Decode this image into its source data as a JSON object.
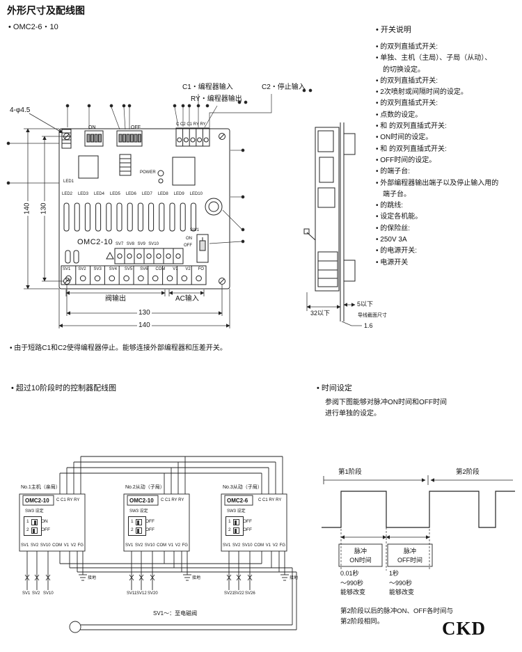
{
  "page": {
    "title": "外形尺寸及配线图",
    "model_line": "• OMC2-6・10",
    "note": "• 由于短路C1和C2使得编程器停止。能够连接外部编程器和压差开关。",
    "logo": "CKD"
  },
  "board": {
    "name": "OMC2-10",
    "ann_c1": "C1・编程器输入",
    "ann_c2": "C2・停止输入",
    "ann_ry": "RY・编程器输出",
    "ann_holes": "4-φ4.5",
    "sw_on": "ON",
    "sw_off": "OFF",
    "terminals_top": "C C2 C1 RY RY",
    "power": "POWER",
    "led1": "LED1",
    "led_row": [
      "LED2",
      "LED3",
      "LED4",
      "LED5",
      "LED6",
      "LED7",
      "LED8",
      "LED9",
      "LED10"
    ],
    "sv_mid": [
      "SV7",
      "SV8",
      "SV9",
      "SV10"
    ],
    "sw1": "SW1",
    "sw1_on": "ON",
    "sw1_off": "OFF",
    "terminals_bottom": [
      "SV1",
      "SV2",
      "SV3",
      "SV4",
      "SV5",
      "SV6",
      "COM",
      "V1",
      "V2",
      "FO"
    ],
    "valve_output": "阀输出",
    "ac_input": "AC输入",
    "dim_h_outer": "140",
    "dim_h_inner": "130",
    "dim_w_inner": "130",
    "dim_w_outer": "140"
  },
  "side_view": {
    "depth": "32以下",
    "gap": "5以下",
    "wire_note": "导线截面尺寸",
    "panel_thickness": "1.6"
  },
  "switch_notes": {
    "title": "• 开关说明",
    "items": [
      "• 的双列直插式开关:",
      "• 单独、主机（主局）、子局（从动）、",
      "　的切换设定。",
      "• 的双列直插式开关:",
      "• 2次喷射或间隔时间的设定。",
      "• 的双列直插式开关:",
      "• 点数的设定。",
      "• 和 的双列直插式开关:",
      "• ON时间的设定。",
      "• 和 的双列直插式开关:",
      "• OFF时间的设定。",
      "• 的端子台:",
      "• 外部编程器输出端子以及停止输入用的",
      "　端子台。",
      "• 的跳线:",
      "• 设定各机能。",
      "• 的保险丝:",
      "• 250V 3A",
      "• 的电源开关:",
      "• 电源开关"
    ]
  },
  "wiring": {
    "title": "• 超过10阶段时的控制器配线图",
    "valve_note": "SV1～：至电磁阀",
    "controllers": [
      {
        "caption": "No.1主机（亲局）",
        "model": "OMC2-10",
        "top_terminals": "C C1 RY RY",
        "sw_label": "SW3 设定",
        "rows": [
          {
            "no": "1",
            "val": "ON"
          },
          {
            "no": "2",
            "val": "OFF"
          }
        ],
        "bottom_terminals": [
          "SV1",
          "SV2",
          "SV10",
          "COM",
          "V1",
          "V2",
          "FG"
        ],
        "sv_labels": [
          "SV1",
          "SV2",
          "SV10"
        ],
        "ground": "接地"
      },
      {
        "caption": "No.2从动（子局）",
        "model": "OMC2-10",
        "top_terminals": "C C1 RY RY",
        "sw_label": "SW3 设定",
        "rows": [
          {
            "no": "1",
            "val": "OFF"
          },
          {
            "no": "2",
            "val": "OFF"
          }
        ],
        "bottom_terminals": [
          "SV1",
          "SV2",
          "SV10",
          "COM",
          "V1",
          "V2",
          "FG"
        ],
        "sv_labels": [
          "SV11",
          "SV12",
          "SV20"
        ],
        "ground": "接地"
      },
      {
        "caption": "No.3从动（子局）",
        "model": "OMC2-6",
        "top_terminals": "C C1 RY RY",
        "sw_label": "SW3 设定",
        "rows": [
          {
            "no": "1",
            "val": "OFF"
          },
          {
            "no": "2",
            "val": "OFF"
          }
        ],
        "bottom_terminals": [
          "SV1",
          "SV2",
          "SV10",
          "COM",
          "V1",
          "V2",
          "FG"
        ],
        "sv_labels": [
          "SV21",
          "SV22",
          "SV26"
        ],
        "ground": "接地"
      }
    ]
  },
  "timing": {
    "title": "• 时间设定",
    "desc": [
      "参阅下图能够对脉冲ON时间和OFF时间",
      "进行单独的设定。"
    ],
    "stage1": "第1阶段",
    "stage2": "第2阶段",
    "pulse_on": [
      "脉冲",
      "ON时间"
    ],
    "pulse_off": [
      "脉冲",
      "OFF时间"
    ],
    "on_notes": [
      "0.01秒",
      "～990秒",
      "能够改变"
    ],
    "off_notes": [
      "1秒",
      "～990秒",
      "能够改变"
    ],
    "footnote": [
      "第2阶段以后的脉冲ON、OFF各时间与",
      "第2阶段相同。"
    ]
  }
}
